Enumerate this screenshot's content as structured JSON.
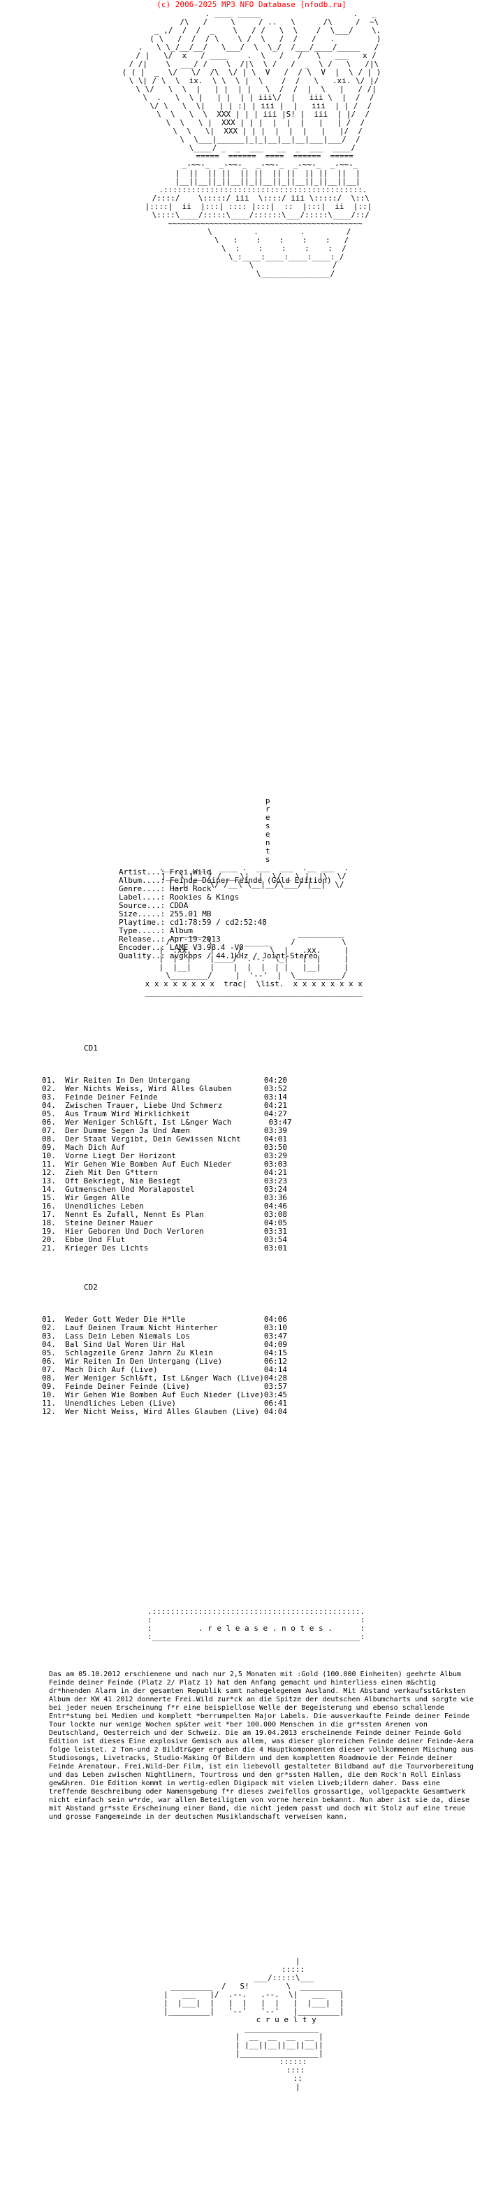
{
  "header": {
    "credit": "(c) 2006-2025 MP3 NFO Database [nfodb.ru]",
    "color": "#ff0000"
  },
  "art": {
    "top": "                 . ____ _____                    .   _\n            /\\   /     \\     / ..   \\      /\\     /  ~\\\n       _ ,/  /  /  _    \\   / /   \\  \\    /  \\___/    \\.\n      ( \\   /  /  / \\    \\ /  \\   /  /   /   .         )\n   .   \\ \\_/__/__/   \\___/  \\  \\_/  /___/____/_____   /\n  / |   \\/  x   / ____    .  \\   /   /   \\   ___   x /\n / /|    \\  ___/ /    \\  /|\\  \\ /   /  _  \\ /   \\   /|\\\n( ( |  _  \\/   \\/  /\\  \\/ | \\  V   /  / \\  V  |  \\ / | )\n \\ \\| / \\  \\  ix.  \\ \\  \\ |  \\    /  /   \\   .xi. \\/ |/\n  \\ \\/   \\  \\  |   | |  | |   \\  /  /  |  \\   |   / /|\n   \\  .   \\  \\ |   | |  | | iii\\/  |   iii \\  |  /  /\n    \\/ \\   \\  \\|   | | :| | iii |  |   iii  | | /  /\n     \\  \\   \\  \\  XXX | | | iii |S! |  iii  | |/  /\n      \\  \\   \\ |  XXX | | |  |  |  |   |   | /  /\n       \\  \\   \\|  XXX | | |  |  |  |   |   |/  /\n        \\  \\___|______|_|_|__|__|__|___|___/  /\n         \\____/ _  _  ___   __  _  ___  ____/\n          =====  ======  ====  ======  =====\n        _-~~-_  _-~~-_  _-~~-_  _-~~-_  _-~~-_\n       |  ||  || ||  || ||  || ||  || ||  ||  |\n       |__||__||_||__||_||__||_||__||_||__||__|\n     .:::::::::::::::::::::::::::::::::::::::::::.\n    /::::/    \\:::::/ iii  \\::::/ iii \\:::::/  \\::\\\n   |::::|  ii  |:::| :::: |:::|  ::  |:::|  ii  |::|\n    \\::::\\____/:::::\\____/::::::\\___/:::::\\____/::/\n      ~~~~~~~~~~~~~~~~~~~~~~~~~~~~~~~~~~~~~~~~~~\n            \\         .         .         /\n             \\   :    :    :    :    :   /\n              \\  :    :    :    :    :  /\n               \\_:____:____:____:____:_/\n                  \\                 /\n                   \\_______________/",
    "presents": "       p\n       r\n       e\n       s\n       e\n       n\n       t\n       s\n .___   ____  ____ .  ___  ___  .__ ___  .\n |__ \\ |__ / / __ \\|  |  \\/ _ \\ |  |\\  \\/\n  |__| |   \\/ /__\\ \\__|__/\\___/ |__|  \\/",
    "tracklist": "   ________                   __________\n  /        \\       ______    /          \\\n |  .xx.    |     /      \\  |   .xx.     |\n |  |  |    |____/  .--.  \\_|   |  |     |\n |  |__|    |    |  |  |  | |   |__|     |\n  \\________/     |  '--'  |  \\__________/\n x x x x x x x x  trac|  \\list.  x x x x x x x x\n _______________________________________________",
    "notes_header": "  .:::::::::::::::::::::::::::::::::::::::::::::.\n  :                                             :\n  :          . r e l e a s e . n o t e s .      :\n  :_____________________________________________:",
    "bottom": "                    |\n                  :::::\n              ___/:::::\\___\n  _________  /   S!        \\  _________\n |   ___   |/  .--.   .--.  \\|   ___   |\n |  |___|  |   |  |   |  |   |  |___|  |\n |_________|   '--'   '--'   |_________|\n               c r u e l t y\n             ________________\n            |  __  __  __  __ |\n            | |__||__||__||__||\n            |_________________|\n                  ::::::\n                   ::::\n                    ::\n                    |"
  },
  "info": {
    "artist": "Artist...: Frei.Wild",
    "album": "Album....: Feinde Deiner Feinde (Gold Edition)",
    "genre": "Genre....: Hard Rock",
    "label": "Label....: Rookies & Kings",
    "source": "Source...: CDDA",
    "size": "Size.....: 255.01 MB",
    "playtime": "Playtime.: cd1:78:59 / cd2:52:48",
    "type": "Type.....: Album",
    "release": "Release..: Apr-19-2013",
    "encoder": "Encoder..: LAME V3.98.4 -V0",
    "quality": "Quality..: avgkbps / 44.1kHz / Joint-Stereo"
  },
  "tracks": {
    "cd1_label": "CD1",
    "cd1": [
      "01.  Wir Reiten In Den Untergang                04:20",
      "02.  Wer Nichts Weiss, Wird Alles Glauben       03:52",
      "03.  Feinde Deiner Feinde                       03:14",
      "04.  Zwischen Trauer, Liebe Und Schmerz         04:21",
      "05.  Aus Traum Wird Wirklichkeit                04:27",
      "06.  Wer Weniger Schl&ft, Ist L&nger Wach        03:47",
      "07.  Der Dumme Segen Ja Und Amen                03:39",
      "08.  Der Staat Vergibt, Dein Gewissen Nicht     04:01",
      "09.  Mach Dich Auf                              03:50",
      "10.  Vorne Liegt Der Horizont                   03:29",
      "11.  Wir Gehen Wie Bomben Auf Euch Nieder       03:03",
      "12.  Zieh Mit Den G*ttern                       04:21",
      "13.  Oft Bekriegt, Nie Besiegt                  03:23",
      "14.  Gutmenschen Und Moralapostel               03:24",
      "15.  Wir Gegen Alle                             03:36",
      "16.  Unendliches Leben                          04:46",
      "17.  Nennt Es Zufall, Nennt Es Plan             03:08",
      "18.  Steine Deiner Mauer                        04:05",
      "19.  Hier Geboren Und Doch Verloren             03:31",
      "20.  Ebbe Und Flut                              03:54",
      "21.  Krieger Des Lichts                         03:01"
    ],
    "cd2_label": "CD2",
    "cd2": [
      "01.  Weder Gott Weder Die H*lle                 04:06",
      "02.  Lauf Deinen Traum Nicht Hinterher          03:10",
      "03.  Lass Dein Leben Niemals Los                03:47",
      "04.  Bal Sind Ual Woren Uir Hal                 04:09",
      "05.  Schlagzeile Grenz Jahrn Zu Klein           04:15",
      "06.  Wir Reiten In Den Untergang (Live)         06:12",
      "07.  Mach Dich Auf (Live)                       04:14",
      "08.  Wer Weniger Schl&ft, Ist L&nger Wach (Live)04:28",
      "09.  Feinde Deiner Feinde (Live)                03:57",
      "10.  Wir Gehen Wie Bomben Auf Euch Nieder (Live)03:45",
      "11.  Unendliches Leben (Live)                   06:41",
      "12.  Wer Nicht Weiss, Wird Alles Glauben (Live) 04:04"
    ]
  },
  "notes": {
    "text": "Das am 05.10.2012 erschienene und nach nur 2,5 Monaten mit :Gold (100.000 Einheiten) geehrte Album Feinde deiner Feinde (Platz 2/ Platz 1) hat den Anfang gemacht und hinterliess einen m&chtig dr*hnenden Alarm in der gesamten Republik samt nahegelegenem Ausland. Mit Abstand verkaufsst&rksten Album der KW 41 2012 donnerte Frei.Wild zur*ck an die Spitze der deutschen Albumcharts und sorgte wie bei jeder neuen Erscheinung f*r eine beispiellose Welle der Begeisterung und ebenso schallende Entr*stung bei Medien und komplett *berrumpelten Major Labels. Die ausverkaufte Feinde deiner Feinde Tour lockte nur wenige Wochen sp&ter weit *ber 100.000 Menschen in die gr*ssten Arenen von Deutschland, Oesterreich und der Schweiz. Die am 19.04.2013 erscheinende Feinde deiner Feinde Gold Edition ist dieses Eine explosive Gemisch aus allem, was dieser glorreichen Feinde deiner Feinde-Aera folge leistet. 2 Ton-und 2 Bildtr&ger ergeben die 4 Hauptkomponenten dieser vollkommenen Mischung aus Studiosongs, Livetracks, Studio-Making Of Bildern und dem kompletten Roadmovie der Feinde deiner Feinde Arenatour. Frei.Wild-Der Film, ist ein liebevoll gestalteter Bildband auf die Tourvorbereitung und das Leben zwischen Nightlinern, Tourtross und den gr*ssten Hallen, die dem Rock'n Roll Einlass gew&hren. Die Edition kommt in wertig-edlen Digipack mit vielen Liveb;ildern daher. Dass eine treffende Beschreibung oder Namensgebung f*r dieses zweifellos grossartige, vollgepackte Gesamtwerk nicht einfach sein w*rde, war allen Beteiligten von vorne herein bekannt. Nun aber ist sie da, diese mit Abstand gr*sste Erscheinung einer Band, die nicht jedem passt und doch mit Stolz auf eine treue und grosse Fangemeinde in der deutschen Musiklandschaft verweisen kann."
  }
}
